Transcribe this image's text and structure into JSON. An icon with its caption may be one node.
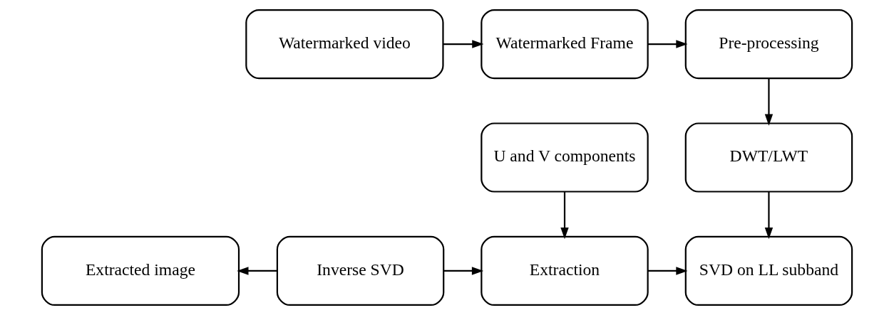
{
  "diagram": {
    "nodes": [
      {
        "text": [
          "Watermarked video"
        ]
      },
      {
        "text": [
          "Watermarked Frame"
        ]
      },
      {
        "text": [
          "Pre-processing"
        ]
      },
      {
        "text": [
          "U and V components"
        ]
      },
      {
        "text": [
          "DWT/LWT"
        ]
      },
      {
        "text": [
          "Extracted image"
        ]
      },
      {
        "text": [
          "Inverse SVD"
        ]
      },
      {
        "text": [
          "Extraction"
        ]
      },
      {
        "text": [
          "SVD on LL subband"
        ]
      }
    ],
    "edges": [
      {
        "from": 0,
        "to": 1,
        "arrow": "to"
      },
      {
        "from": 1,
        "to": 2,
        "arrow": "to"
      },
      {
        "from": 2,
        "to": 4,
        "arrow": "to"
      },
      {
        "from": 4,
        "to": 8,
        "arrow": "to"
      },
      {
        "from": 3,
        "to": 7,
        "arrow": "to"
      },
      {
        "from": 6,
        "to": 5,
        "arrow": "to"
      },
      {
        "from": 6,
        "to": 7,
        "arrow": "to"
      },
      {
        "from": 7,
        "to": 8,
        "arrow": "to"
      }
    ]
  }
}
